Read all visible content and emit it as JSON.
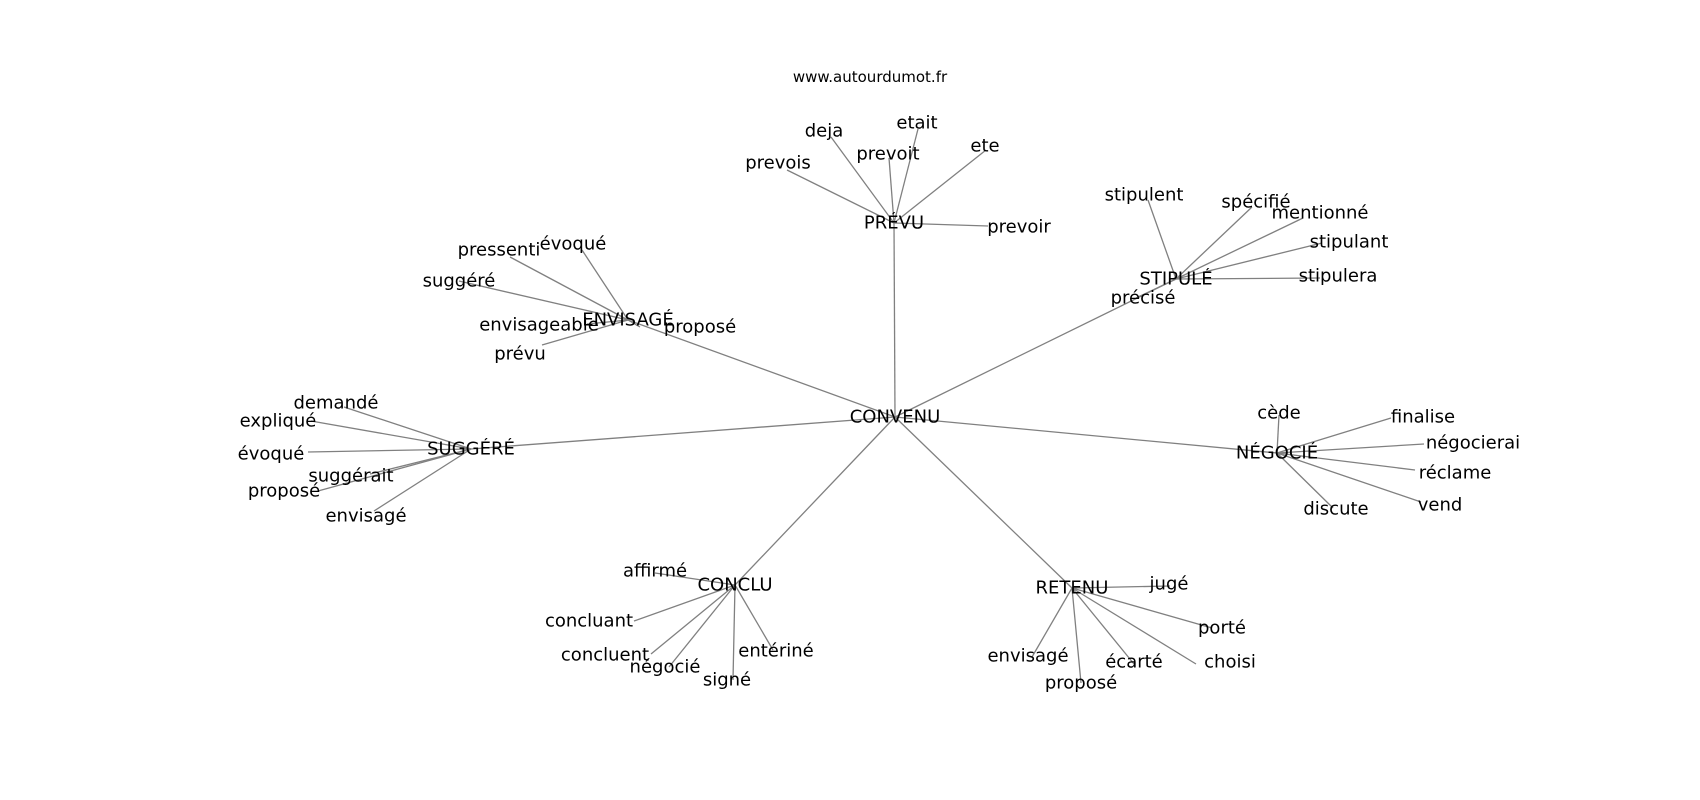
{
  "source": "www.autourdumot.fr",
  "colors": {
    "edge": "#808080",
    "text": "#000000",
    "background": "#ffffff"
  },
  "graph": {
    "root": "CONVENU",
    "hubs": [
      {
        "word": "PRÉVU",
        "words": [
          "deja",
          "etait",
          "ete",
          "prevois",
          "prevoit",
          "prevoir"
        ]
      },
      {
        "word": "STIPULÉ",
        "words": [
          "stipulent",
          "spécifié",
          "mentionné",
          "stipulant",
          "stipulera",
          "précisé"
        ]
      },
      {
        "word": "ENVISAGÉ",
        "words": [
          "pressenti",
          "évoqué",
          "suggéré",
          "envisageable",
          "proposé",
          "prévu"
        ]
      },
      {
        "word": "SUGGÉRÉ",
        "words": [
          "demandé",
          "expliqué",
          "évoqué",
          "suggérait",
          "proposé",
          "envisagé"
        ]
      },
      {
        "word": "NÉGOCIÉ",
        "words": [
          "cède",
          "finalise",
          "négocierai",
          "réclame",
          "vend",
          "discute"
        ]
      },
      {
        "word": "CONCLU",
        "words": [
          "affirmé",
          "concluant",
          "concluent",
          "négocié",
          "signé",
          "entériné"
        ]
      },
      {
        "word": "RETENU",
        "words": [
          "jugé",
          "porté",
          "choisi",
          "écarté",
          "proposé",
          "envisagé"
        ]
      }
    ]
  }
}
